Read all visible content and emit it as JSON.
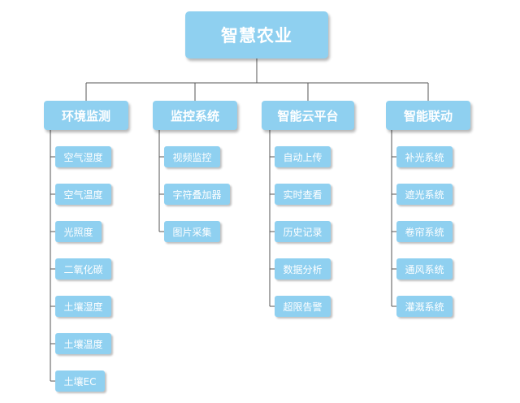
{
  "root": {
    "label": "智慧农业"
  },
  "categories": [
    {
      "label": "环境监测",
      "items": [
        "空气湿度",
        "空气温度",
        "光照度",
        "二氧化碳",
        "土壤湿度",
        "土壤温度",
        "土壤EC"
      ]
    },
    {
      "label": "监控系统",
      "items": [
        "视频监控",
        "字符叠加器",
        "图片采集"
      ]
    },
    {
      "label": "智能云平台",
      "items": [
        "自动上传",
        "实时查看",
        "历史记录",
        "数据分析",
        "超限告警"
      ]
    },
    {
      "label": "智能联动",
      "items": [
        "补光系统",
        "遮光系统",
        "卷帘系统",
        "通风系统",
        "灌溉系统"
      ]
    }
  ],
  "colors": {
    "box": "#8fd0f0",
    "text": "#ffffff",
    "line": "#555555"
  }
}
